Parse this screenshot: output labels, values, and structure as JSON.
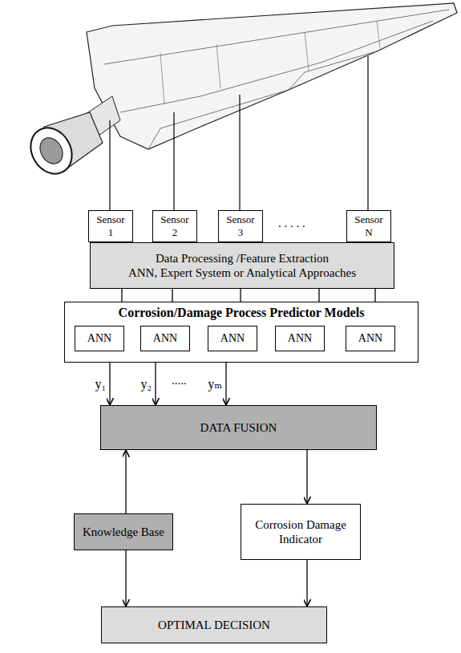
{
  "diagram": {
    "nodes": [
      {
        "text": [
          "Sensor 1"
        ]
      },
      {
        "text": [
          "Sensor 2"
        ]
      },
      {
        "text": [
          "Sensor 3"
        ]
      },
      {
        "text": [
          "Sensor N"
        ]
      },
      {
        "text": [
          "Data Processing /Feature Extraction",
          "ANN, Expert System or Analytical Approaches"
        ]
      },
      {
        "text": [
          "Corrosion/Damage Process Predictor Models"
        ]
      },
      {
        "text": [
          "ANN"
        ],
        "in": 5
      },
      {
        "text": [
          "ANN"
        ],
        "in": 5
      },
      {
        "text": [
          "ANN"
        ],
        "in": 5
      },
      {
        "text": [
          "ANN"
        ],
        "in": 5
      },
      {
        "text": [
          "ANN"
        ],
        "in": 5
      },
      {
        "text": [
          "DATA FUSION"
        ]
      },
      {
        "text": [
          "Knowledge Base"
        ]
      },
      {
        "text": [
          "Corrosion Damage Indicator"
        ]
      },
      {
        "text": [
          "OPTIMAL DECISION"
        ]
      }
    ],
    "edges": [
      {
        "from": 0,
        "to": 4,
        "arrow": "to"
      },
      {
        "from": 1,
        "to": 4,
        "arrow": "to"
      },
      {
        "from": 2,
        "to": 4,
        "arrow": "to"
      },
      {
        "from": 3,
        "to": 4,
        "arrow": "to"
      },
      {
        "from": 4,
        "to": 5,
        "arrow": "none"
      },
      {
        "from": 4,
        "to": 5,
        "arrow": "none"
      },
      {
        "from": 4,
        "to": 5,
        "arrow": "none"
      },
      {
        "from": 4,
        "to": 5,
        "arrow": "none"
      },
      {
        "from": 4,
        "to": 5,
        "arrow": "none"
      },
      {
        "from": 5,
        "to": 11,
        "label": "y₁",
        "arrow": "to"
      },
      {
        "from": 5,
        "to": 11,
        "label": "y₂",
        "arrow": "to"
      },
      {
        "from": 5,
        "to": 11,
        "label": "yₘ",
        "arrow": "to"
      },
      {
        "from": 12,
        "to": 11,
        "arrow": "to"
      },
      {
        "from": 11,
        "to": 13,
        "arrow": "to"
      },
      {
        "from": 12,
        "to": 14,
        "arrow": "to"
      },
      {
        "from": 13,
        "to": 14,
        "arrow": "to"
      }
    ],
    "labels": [
      ". . . . .",
      "....."
    ]
  }
}
